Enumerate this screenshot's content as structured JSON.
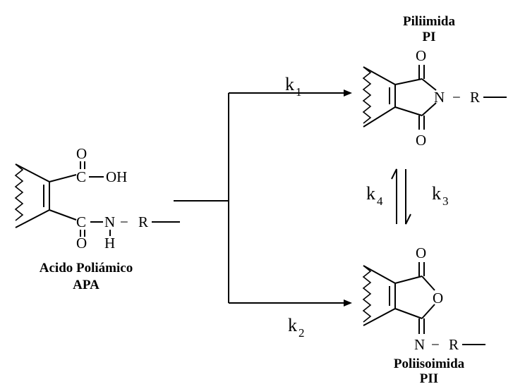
{
  "compounds": {
    "apa": {
      "name": "Acido Poliámico",
      "abbr": "APA"
    },
    "pi": {
      "name": "Piliimida",
      "abbr": "PI"
    },
    "pii": {
      "name": "Poliisoimida",
      "abbr": "PII"
    }
  },
  "atoms": {
    "O": "O",
    "C": "C",
    "OH": "OH",
    "N": "N",
    "H": "H",
    "R": "R",
    "dash": "−"
  },
  "rate_constants": {
    "k1": {
      "base": "k",
      "sub": "1"
    },
    "k2": {
      "base": "k",
      "sub": "2"
    },
    "k3": {
      "base": "k",
      "sub": "3"
    },
    "k4": {
      "base": "k",
      "sub": "4"
    }
  }
}
